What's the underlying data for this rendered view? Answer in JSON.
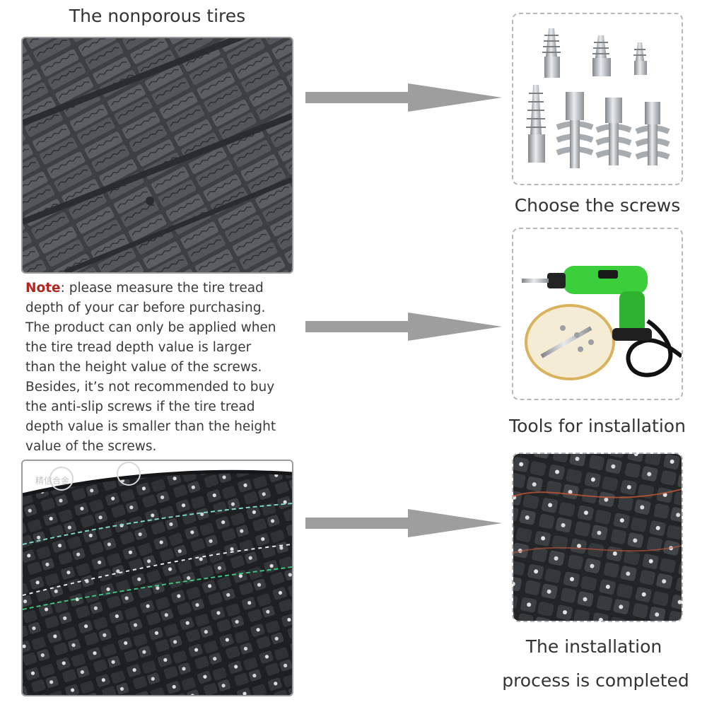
{
  "top_caption": "The nonporous tires",
  "note": {
    "label": "Note",
    "lines": [
      ": please measure the tire tread",
      "depth of your car before purchasing.",
      "The product can only be applied when",
      "the tire tread depth value is larger",
      "than the height value of the screws.",
      "Besides, it’s not recommended to buy",
      "the anti-slip screws if the tire tread",
      "depth value is smaller than the height",
      "value of the screws."
    ]
  },
  "watermark": "精信合金",
  "steps": [
    {
      "caption": "Choose the screws"
    },
    {
      "caption": "Tools for installation"
    },
    {
      "caption_line1": "The installation",
      "caption_line2": "process is completed"
    }
  ],
  "colors": {
    "arrow": "#9e9e9e",
    "note_label": "#b3261e",
    "drill_green": "#3ccf3c",
    "tire_dark": "#2c2e30"
  }
}
